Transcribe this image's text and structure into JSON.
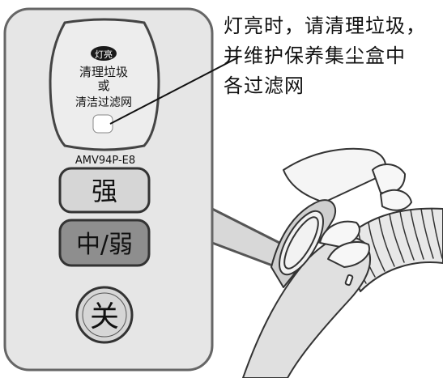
{
  "panel": {
    "indicator_badge": "灯亮",
    "indicator_line1": "清理垃圾",
    "indicator_line2": "或",
    "indicator_line3": "清洁过滤网",
    "model": "AMV94P-E8",
    "btn_strong": "强",
    "btn_medium_weak": "中/弱",
    "btn_off": "关"
  },
  "callout": {
    "line1": "灯亮时，请清理垃圾，",
    "line2": "并维护保养集尘盒中",
    "line3": "各过滤网"
  },
  "colors": {
    "frame": "#6a6a6a",
    "panel_fill": "#e2e2e2",
    "inner_fill": "#cfcfcf",
    "button_light": "#d9d9d9",
    "button_dark": "#8f8f8f"
  }
}
